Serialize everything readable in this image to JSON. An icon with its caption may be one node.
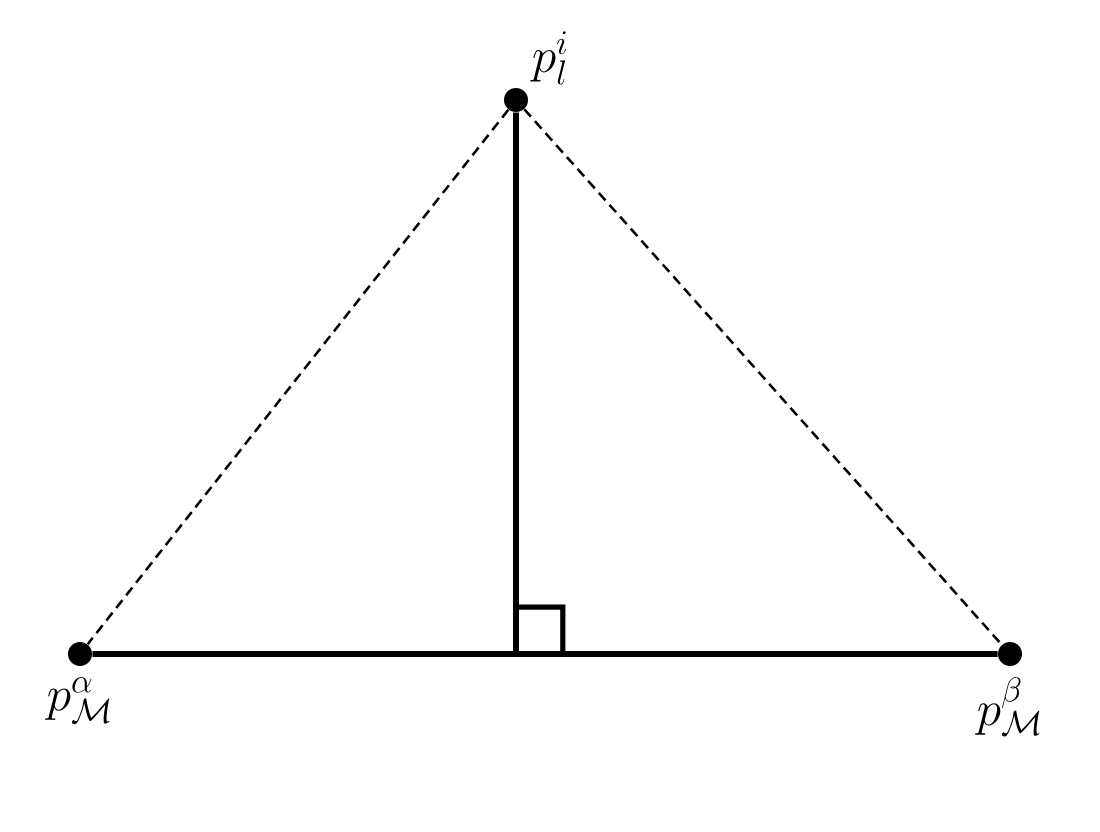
{
  "diagram": {
    "nodes": [
      {
        "text": [
          "p_{l}^{i}"
        ]
      },
      {
        "text": [
          "p_{\\mathcal{M}}^{\\alpha}"
        ]
      },
      {
        "text": [
          "p_{\\mathcal{M}}^{\\beta}"
        ]
      },
      {
        "text": [],
        "shape": "box"
      }
    ],
    "edges": [
      {
        "from": 0,
        "to": 1,
        "arrow": "none",
        "style": "dashed"
      },
      {
        "from": 0,
        "to": 2,
        "arrow": "none",
        "style": "dashed"
      },
      {
        "from": 1,
        "to": 2,
        "arrow": "none",
        "style": "thick"
      },
      {
        "from": 0,
        "to": 3,
        "arrow": "none",
        "style": "thick"
      }
    ]
  }
}
